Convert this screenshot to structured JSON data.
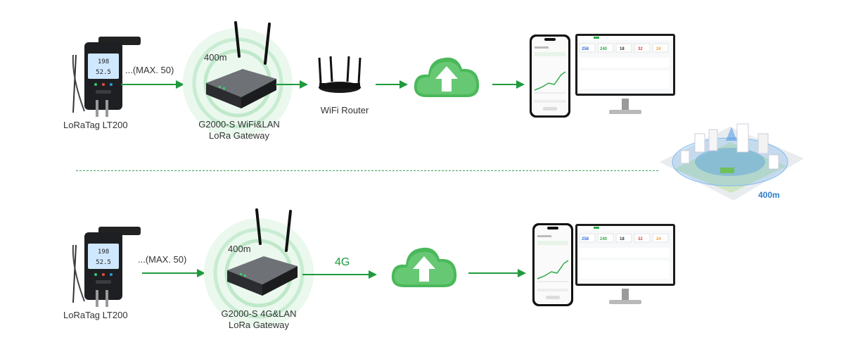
{
  "row1": {
    "device_label": "LoRaTag LT200",
    "max_label": "...(MAX. 50)",
    "range_label": "400m",
    "gateway_label_line1": "G2000-S WiFi&LAN",
    "gateway_label_line2": "LoRa Gateway",
    "router_label": "WiFi Router"
  },
  "row2": {
    "device_label": "LoRaTag LT200",
    "max_label": "...(MAX. 50)",
    "range_label": "400m",
    "gateway_label_line1": "G2000-S 4G&LAN",
    "gateway_label_line2": "LoRa Gateway",
    "link_label": "4G"
  },
  "coverage": {
    "range_label": "400m"
  },
  "dashboard": {
    "tiles": [
      "25.8",
      "24.0",
      "18",
      "32",
      "24"
    ]
  },
  "colors": {
    "arrow": "#1f9a3e",
    "cloud": "#4bb85a",
    "divider": "#3aa05a",
    "coverage_text": "#2d7ecb",
    "halo": "#c8ecd2"
  }
}
